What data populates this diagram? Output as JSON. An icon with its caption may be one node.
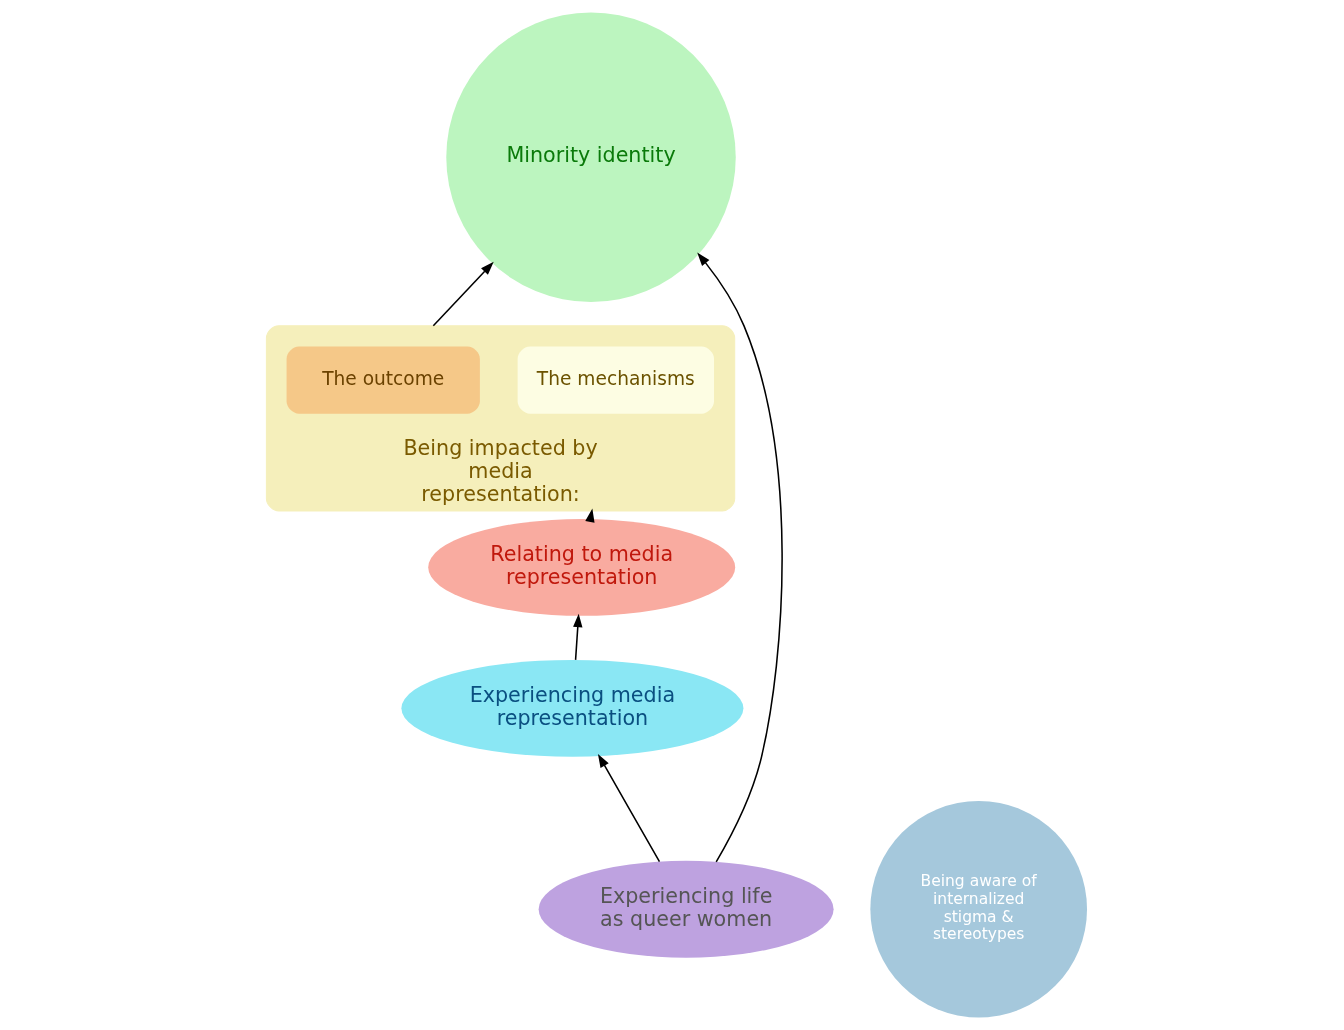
{
  "diagram": {
    "nodes": [
      {
        "text": [
          "Relating to media representation"
        ]
      },
      {
        "text": [
          "Experiencing media representation"
        ]
      },
      {
        "text": [
          "Being impacted by media representation:"
        ]
      },
      {
        "text": [
          "The mechanisms"
        ],
        "in": 2
      },
      {
        "text": [
          "The outcome"
        ],
        "in": 2
      },
      {
        "text": [
          "Experiencing life as queer women"
        ]
      },
      {
        "text": [
          "Being aware of internalized stigma & stereotypes"
        ]
      },
      {
        "text": [
          "Minority identity"
        ]
      }
    ],
    "edges": [
      {
        "from": 1,
        "to": 0,
        "arrow": "to"
      },
      {
        "from": 0,
        "to": 2,
        "arrow": "to"
      },
      {
        "from": 5,
        "to": 1,
        "arrow": "to"
      },
      {
        "from": 5,
        "to": 7,
        "arrow": "to"
      },
      {
        "from": 2,
        "to": 7,
        "arrow": "to"
      }
    ]
  }
}
